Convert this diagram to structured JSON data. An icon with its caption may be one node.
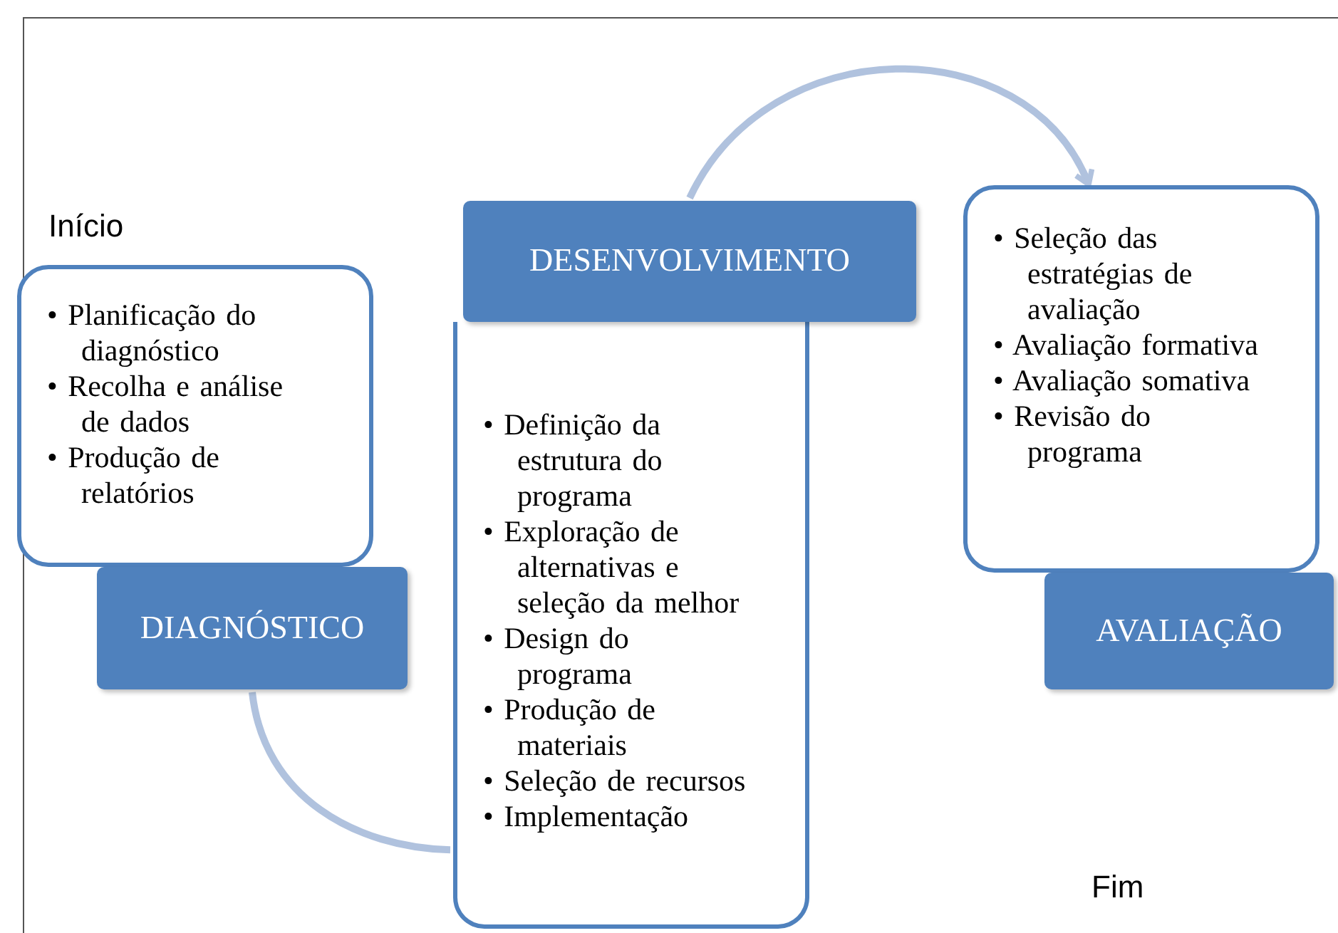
{
  "diagram": {
    "nodes": [
      {
        "text": [
          "• Planificação do diagnóstico",
          "• Recolha e análise de dados",
          "• Produção de relatórios"
        ]
      },
      {
        "text": [
          "DIAGNÓSTICO"
        ]
      },
      {
        "text": [
          "• Definição da estrutura do programa",
          "• Exploração de alternativas e seleção da melhor",
          "• Design do programa",
          "• Produção de materiais",
          "• Seleção de recursos",
          "• Implementação"
        ]
      },
      {
        "text": [
          "DESENVOLVIMENTO"
        ]
      },
      {
        "text": [
          "• Seleção das estratégias de avaliação",
          "• Avaliação formativa",
          "• Avaliação somativa",
          "• Revisão do programa"
        ]
      },
      {
        "text": [
          "AVALIAÇÃO"
        ]
      }
    ],
    "edges": [
      {
        "from": 1,
        "to": 2,
        "arrow": "none"
      },
      {
        "from": 3,
        "to": 4,
        "arrow": "to"
      }
    ],
    "labels": [
      "Início",
      "Fim"
    ]
  }
}
